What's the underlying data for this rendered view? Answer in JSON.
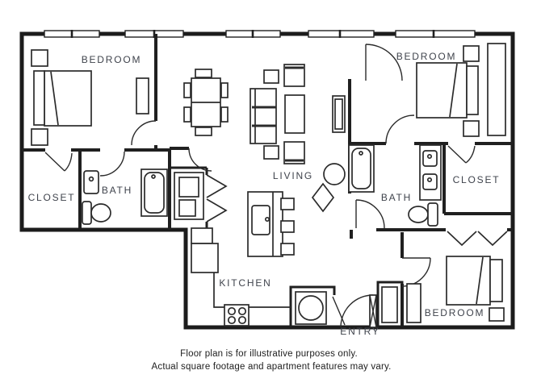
{
  "rooms": {
    "bedroom1": {
      "label": "BEDROOM"
    },
    "bedroom2": {
      "label": "BEDROOM"
    },
    "bedroom3": {
      "label": "BEDROOM"
    },
    "closet1": {
      "label": "CLOSET"
    },
    "closet2": {
      "label": "CLOSET"
    },
    "bath1": {
      "label": "BATH"
    },
    "bath2": {
      "label": "BATH"
    },
    "living": {
      "label": "LIVING"
    },
    "kitchen": {
      "label": "KITCHEN"
    },
    "entry": {
      "label": "ENTRY"
    }
  },
  "disclaimer": {
    "line1": "Floor plan is for illustrative purposes only.",
    "line2": "Actual square footage and apartment features may vary."
  },
  "colors": {
    "wall": "#202020",
    "furniture_line": "#2b2b2b",
    "room_label": "#3f434c",
    "disclaimer_text": "#1d1d1d",
    "background": "#ffffff"
  }
}
